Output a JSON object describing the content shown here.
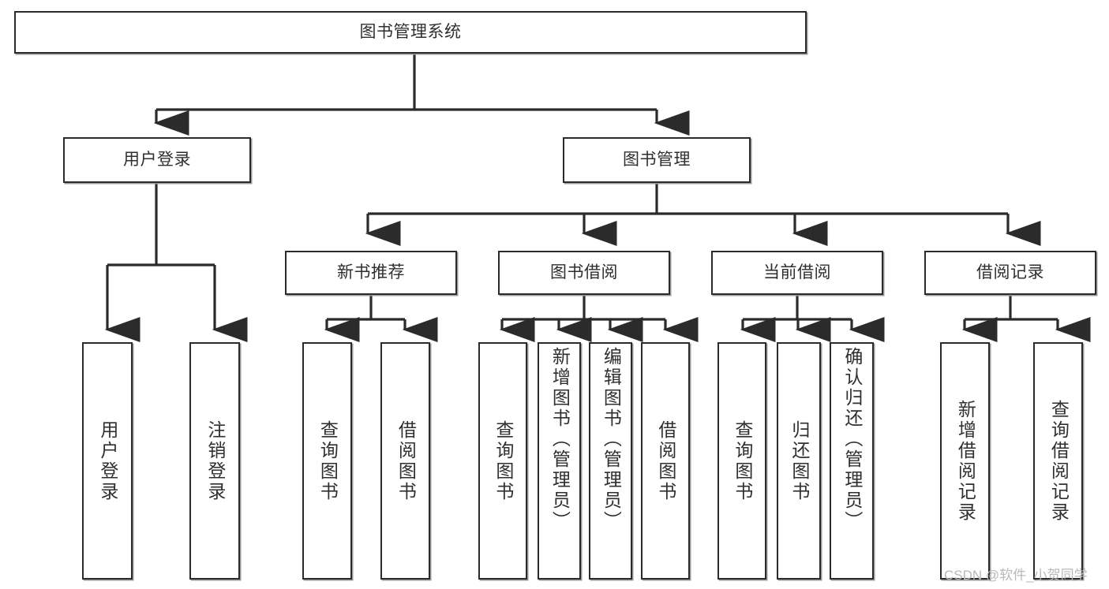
{
  "diagram": {
    "type": "tree-hierarchy-chart",
    "title": "图书管理系统",
    "line_color": "#2b2b2b",
    "box_fill": "#ffffff",
    "text_color": "#2f2f2f",
    "watermark": "CSDN @软件_小贺同学",
    "levels": {
      "root": {
        "label": "图书管理系统"
      },
      "level2": [
        {
          "label": "用户登录"
        },
        {
          "label": "图书管理"
        }
      ],
      "level3": [
        {
          "label": "新书推荐"
        },
        {
          "label": "图书借阅"
        },
        {
          "label": "当前借阅"
        },
        {
          "label": "借阅记录"
        }
      ],
      "leaves": {
        "user_login": [
          {
            "label": "用户登录"
          },
          {
            "label": "注销登录"
          }
        ],
        "new_book_recommend": [
          {
            "label": "查询图书"
          },
          {
            "label": "借阅图书"
          }
        ],
        "book_borrow": [
          {
            "label": "查询图书"
          },
          {
            "label": "新增图书（管理员）"
          },
          {
            "label": "编辑图书（管理员）"
          },
          {
            "label": "借阅图书"
          }
        ],
        "current_borrow": [
          {
            "label": "查询图书"
          },
          {
            "label": "归还图书"
          },
          {
            "label": "确认归还（管理员）"
          }
        ],
        "borrow_record": [
          {
            "label": "新增借阅记录"
          },
          {
            "label": "查询借阅记录"
          }
        ]
      }
    }
  }
}
